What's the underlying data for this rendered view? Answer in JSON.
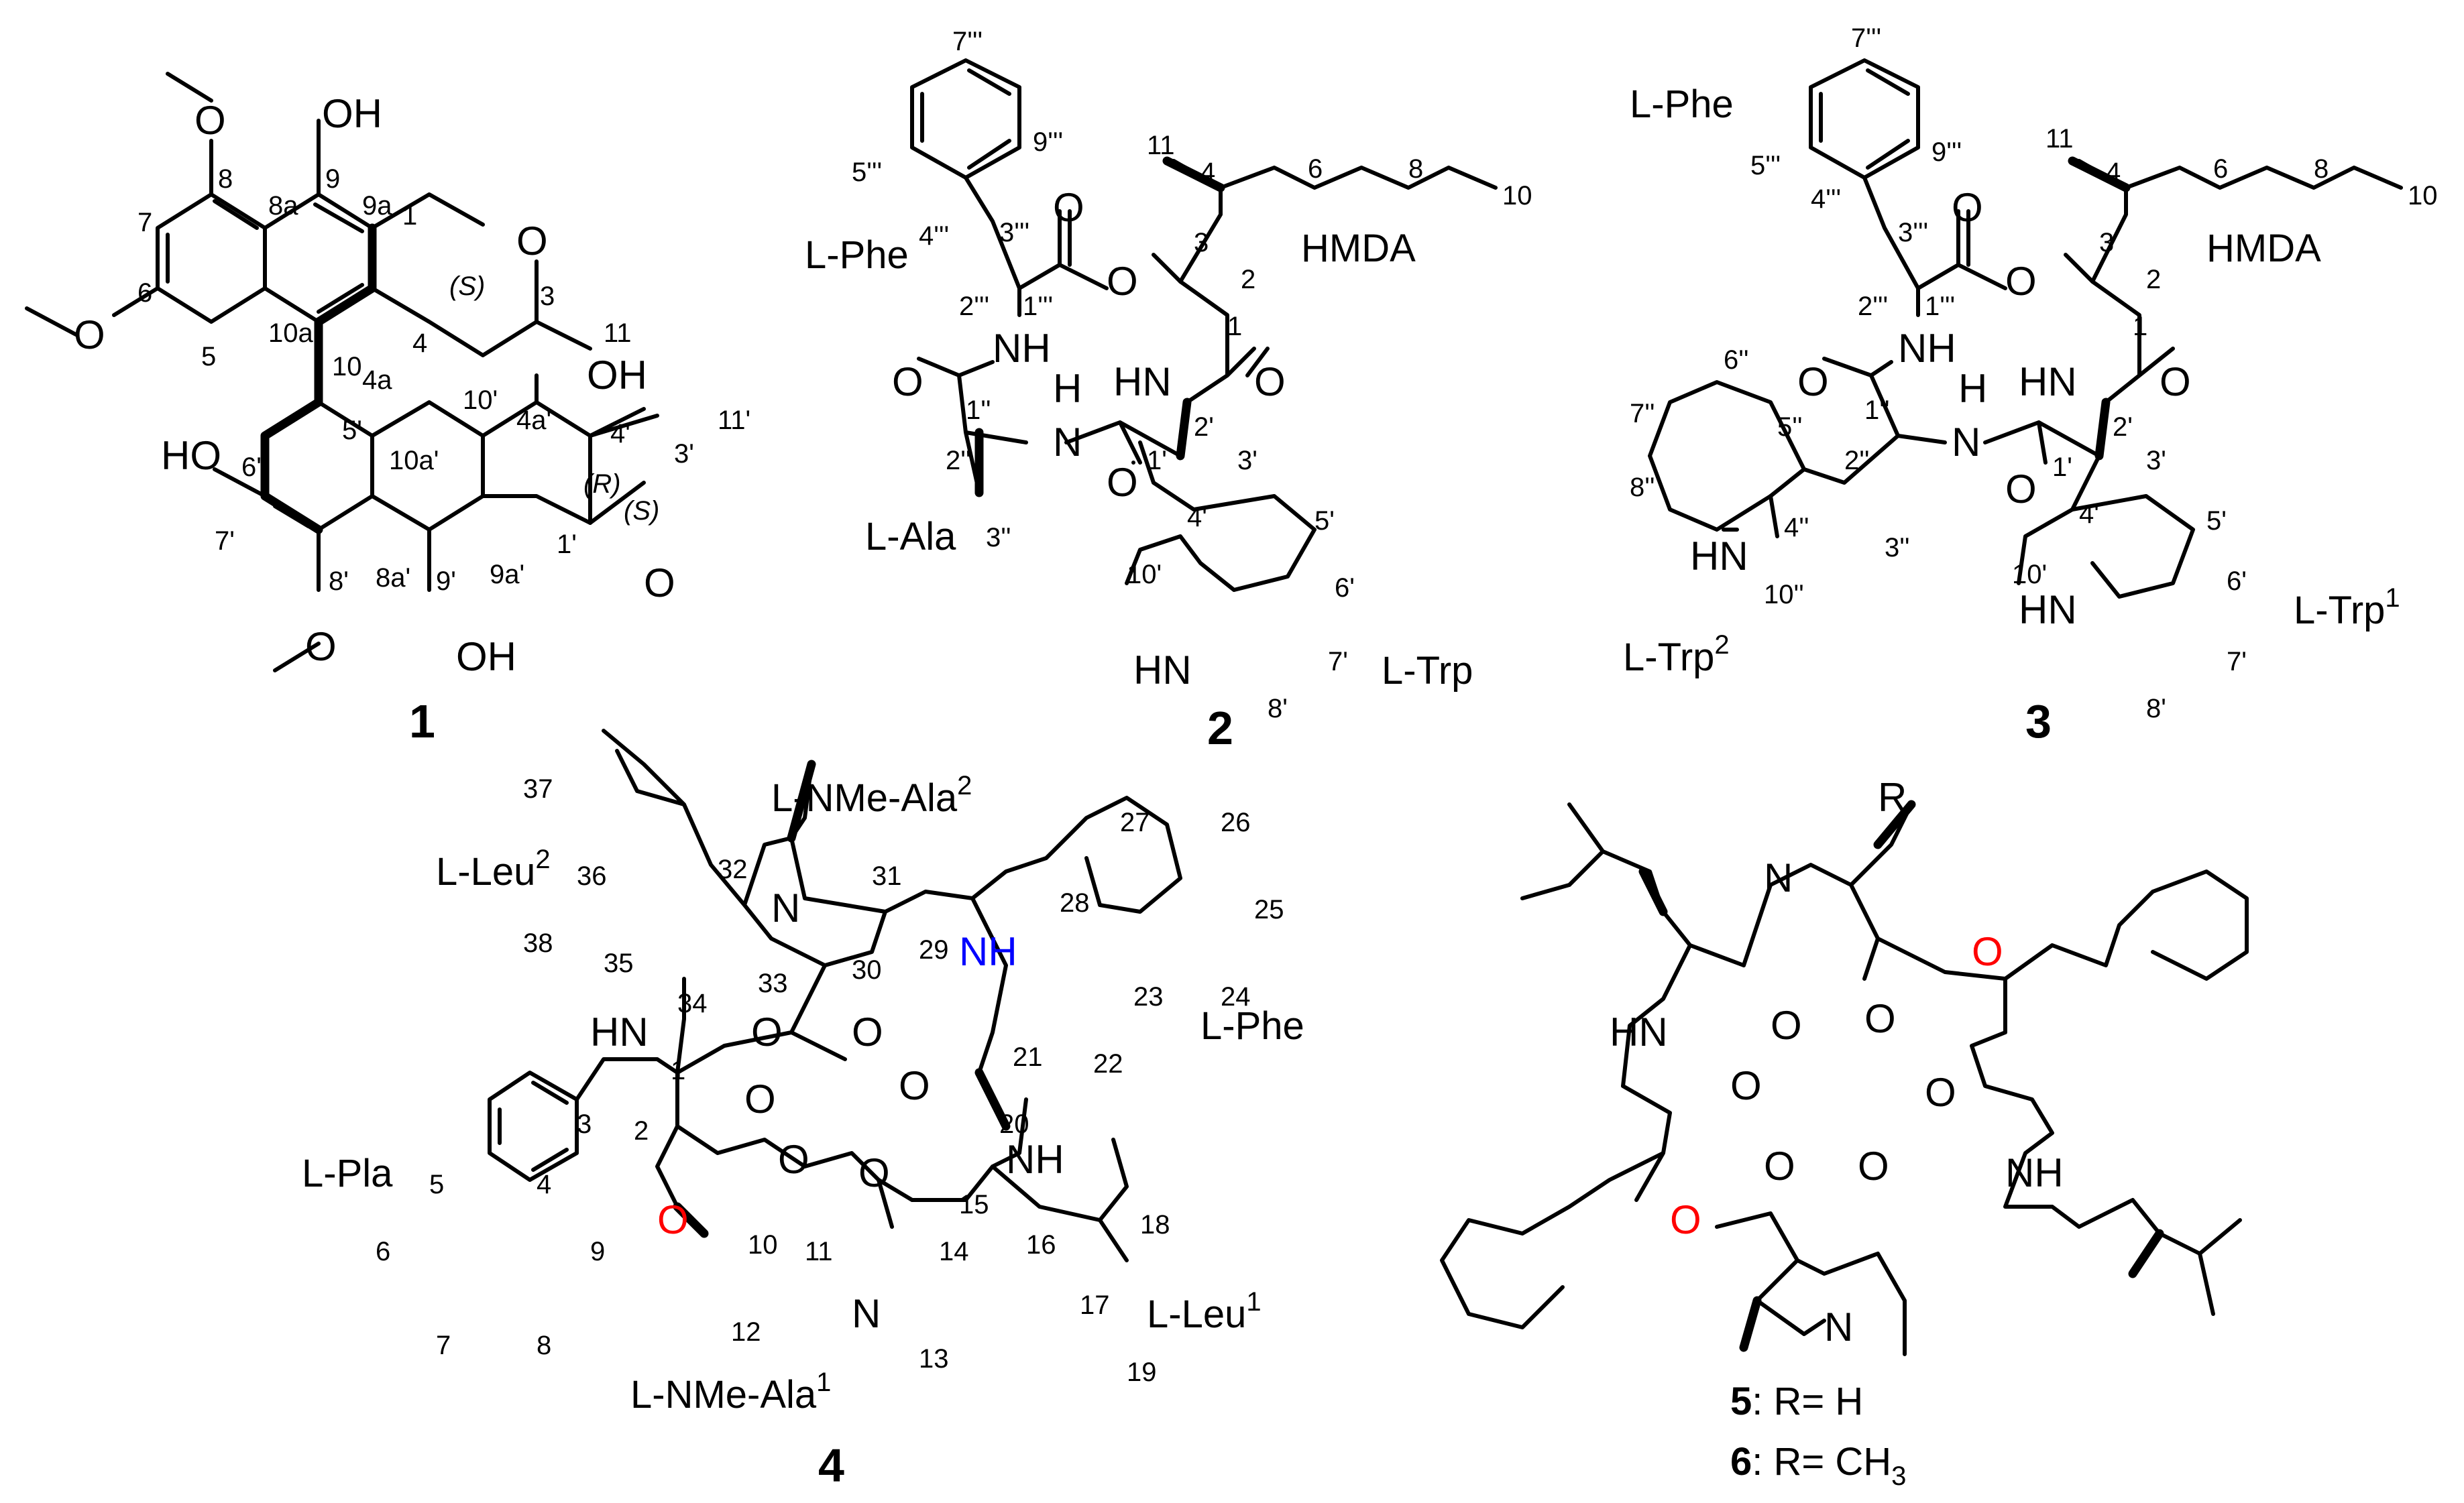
{
  "compound_labels": {
    "c1": "1",
    "c2": "2",
    "c3": "3",
    "c4": "4",
    "c5": "5",
    "c6": "6"
  },
  "legend": {
    "c5_rest": ": R= H",
    "c6_rest": ": R= CH",
    "c6_sub": "3"
  },
  "c1": {
    "OH": "OH",
    "O": "O",
    "HO": "HO",
    "S": "(S)",
    "R": "(R)",
    "n1": "1",
    "n3": "3",
    "n4": "4",
    "n4a": "4a",
    "n5": "5",
    "n6": "6",
    "n7": "7",
    "n8": "8",
    "n8a": "8a",
    "n9": "9",
    "n9a": "9a",
    "n10": "10",
    "n10a": "10a",
    "n11": "11",
    "p1": "1'",
    "p3": "3'",
    "p4": "4'",
    "p4a": "4a'",
    "p5": "5'",
    "p6": "6'",
    "p7": "7'",
    "p8": "8'",
    "p8a": "8a'",
    "p9": "9'",
    "p9a": "9a'",
    "p10": "10'",
    "p10a": "10a'",
    "p11": "11'"
  },
  "c2": {
    "Phe": "L-Phe",
    "Ala": "L-Ala",
    "Trp": "L-Trp",
    "HMDA": "HMDA",
    "NH": "NH",
    "HN": "HN",
    "H": "H",
    "N": "N",
    "O": "O",
    "n1": "1",
    "n2": "2",
    "n3": "3",
    "n4": "4",
    "n6": "6",
    "n8": "8",
    "n10": "10",
    "n11": "11",
    "p1": "1'",
    "p2": "2'",
    "p3": "3'",
    "p4": "4'",
    "p5": "5'",
    "p6": "6'",
    "p7": "7'",
    "p8": "8'",
    "p10": "10'",
    "d1": "1''",
    "d2": "2''",
    "d3": "3''",
    "t1": "1'''",
    "t2": "2'''",
    "t3": "3'''",
    "t4": "4'''",
    "t5": "5'''",
    "t7": "7'''",
    "t9": "9'''"
  },
  "c3": {
    "Phe": "L-Phe",
    "Trp2": "L-Trp",
    "Trp2sup": "2",
    "Trp1": "L-Trp",
    "Trp1sup": "1",
    "HMDA": "HMDA",
    "NH": "NH",
    "HN": "HN",
    "H": "H",
    "N": "N",
    "O": "O",
    "n1": "1",
    "n2": "2",
    "n3": "3",
    "n4": "4",
    "n6": "6",
    "n8": "8",
    "n10": "10",
    "n11": "11",
    "p1": "1'",
    "p2": "2'",
    "p3": "3'",
    "p4": "4'",
    "p5": "5'",
    "p6": "6'",
    "p7": "7'",
    "p8": "8'",
    "p10": "10'",
    "d1": "1''",
    "d2": "2''",
    "d3": "3''",
    "d4": "4''",
    "d5": "5''",
    "d6": "6''",
    "d7": "7''",
    "d8": "8''",
    "d10": "10''",
    "t1": "1'''",
    "t2": "2'''",
    "t3": "3'''",
    "t4": "4'''",
    "t5": "5'''",
    "t7": "7'''",
    "t9": "9'''"
  },
  "c4": {
    "Leu2": "L-Leu",
    "Leu2sup": "2",
    "NMeAla2": "L-NMe-Ala",
    "NMeAla2sup": "2",
    "Phe": "L-Phe",
    "Pla": "L-Pla",
    "NMeAla1": "L-NMe-Ala",
    "NMeAla1sup": "1",
    "Leu1": "L-Leu",
    "Leu1sup": "1",
    "HN": "HN",
    "NH": "NH",
    "NH_blue": "NH",
    "N": "N",
    "O": "O",
    "O_red": "O",
    "n1": "1",
    "n2": "2",
    "n3": "3",
    "n4": "4",
    "n5": "5",
    "n6": "6",
    "n7": "7",
    "n8": "8",
    "n9": "9",
    "n10": "10",
    "n11": "11",
    "n12": "12",
    "n13": "13",
    "n14": "14",
    "n15": "15",
    "n16": "16",
    "n17": "17",
    "n18": "18",
    "n19": "19",
    "n20": "20",
    "n21": "21",
    "n22": "22",
    "n23": "23",
    "n24": "24",
    "n25": "25",
    "n26": "26",
    "n27": "27",
    "n28": "28",
    "n29": "29",
    "n30": "30",
    "n31": "31",
    "n32": "32",
    "n33": "33",
    "n34": "34",
    "n35": "35",
    "n36": "36",
    "n37": "37",
    "n38": "38"
  },
  "c56": {
    "R": "R",
    "HN": "HN",
    "NH": "NH",
    "N": "N",
    "O": "O",
    "O_red": "O"
  },
  "colors": {
    "bond": "#000000",
    "ester_oxygen": "#ff0000",
    "amide_nh": "#0000ff"
  }
}
